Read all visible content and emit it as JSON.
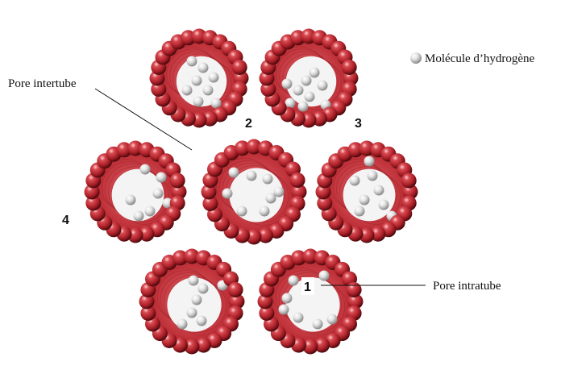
{
  "labels": {
    "legend": "Molécule d’hydrogène",
    "pore_intertube": "Pore intertube",
    "pore_intratube": "Pore intratube",
    "num_1": "1",
    "num_2": "2",
    "num_3": "3",
    "num_4": "4"
  },
  "colors": {
    "sphere_red": "#b8262c",
    "sphere_dark": "#5a0d12",
    "interior_red": "#c0323a",
    "hydrogen_grey": "#d9d9d9",
    "line": "#111111"
  },
  "icons": {
    "legend_marker": "hydrogen-sphere-icon"
  }
}
